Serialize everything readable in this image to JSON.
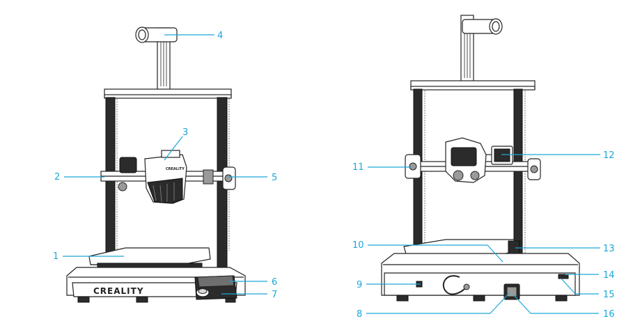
{
  "front_view": {
    "brand_logo": "CREALITY",
    "head_logo": "CREALITY"
  },
  "callouts": [
    {
      "id": "1",
      "label": "1"
    },
    {
      "id": "2",
      "label": "2"
    },
    {
      "id": "3",
      "label": "3"
    },
    {
      "id": "4",
      "label": "4"
    },
    {
      "id": "5",
      "label": "5"
    },
    {
      "id": "6",
      "label": "6"
    },
    {
      "id": "7",
      "label": "7"
    },
    {
      "id": "8",
      "label": "8"
    },
    {
      "id": "9",
      "label": "9"
    },
    {
      "id": "10",
      "label": "10"
    },
    {
      "id": "11",
      "label": "11"
    },
    {
      "id": "12",
      "label": "12"
    },
    {
      "id": "13",
      "label": "13"
    },
    {
      "id": "14",
      "label": "14"
    },
    {
      "id": "15",
      "label": "15"
    },
    {
      "id": "16",
      "label": "16"
    }
  ],
  "colors": {
    "callout": "#1aa7d8",
    "line": "#222222"
  }
}
